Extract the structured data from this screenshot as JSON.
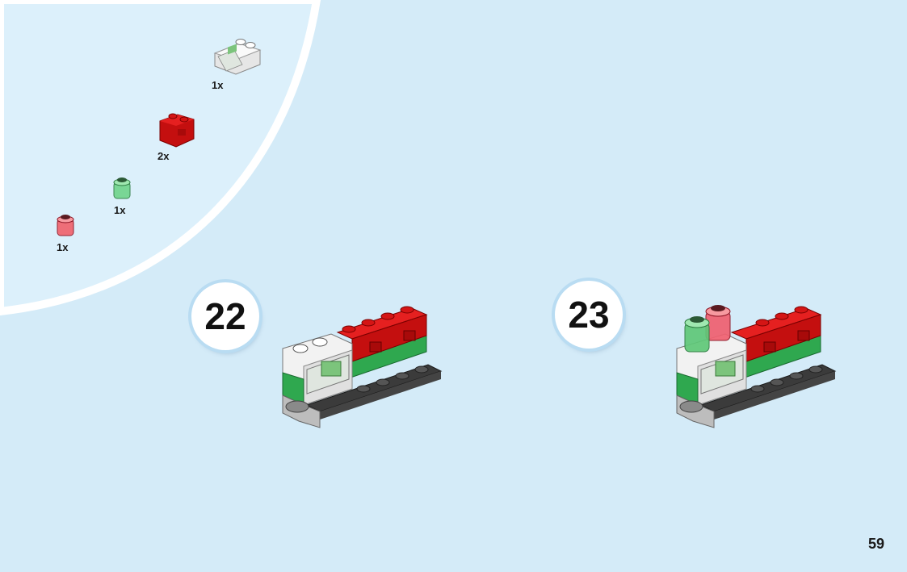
{
  "parts_callout": {
    "items": [
      {
        "part": "white-slope-computer-brick",
        "quantity": "1x"
      },
      {
        "part": "red-brick-with-clip",
        "quantity": "2x"
      },
      {
        "part": "trans-green-round-brick",
        "quantity": "1x"
      },
      {
        "part": "trans-red-round-brick",
        "quantity": "1x"
      }
    ]
  },
  "steps": [
    {
      "number": "22"
    },
    {
      "number": "23"
    }
  ],
  "page_number": "59",
  "colors": {
    "background": "#d4ebf8",
    "callout_bg": "#dbeffa",
    "brick_red": "#d01010",
    "brick_green": "#2fa84f",
    "plate_dark": "#4a4a4a"
  }
}
